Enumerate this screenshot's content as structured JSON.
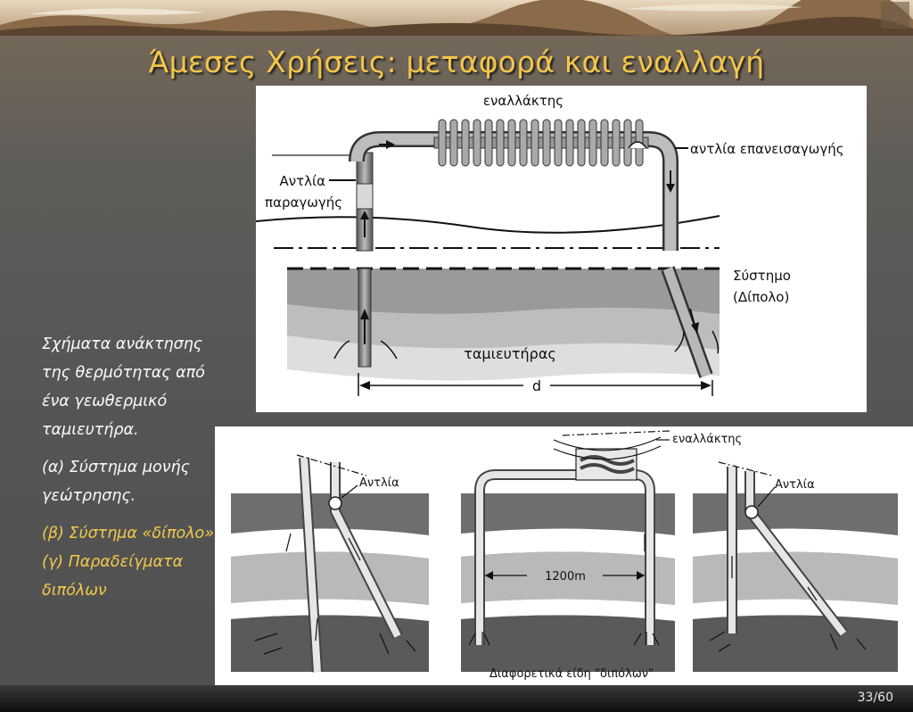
{
  "slide": {
    "title": "Άμεσες Χρήσεις: μεταφορά και εναλλαγή",
    "page_number": "33/60"
  },
  "caption": {
    "intro": "Σχήματα ανάκτησης της θερμότητας από ένα γεωθερμικό ταμιευτήρα.",
    "item_a": "(α) Σύστημα μονής γεώτρησης.",
    "item_b": "(β) Σύστημα «δίπολο»",
    "item_c": "(γ) Παραδείγματα διπόλων"
  },
  "figure_top": {
    "label_exchanger": "εναλλάκτης",
    "label_reinjection_pump": "αντλία επανεισαγωγής",
    "label_pump_line1": "Αντλία",
    "label_pump_line2": "παραγωγής",
    "label_system_line1": "Σύστημο",
    "label_system_line2": "(Δίπολο)",
    "label_reservoir": "ταμιευτήρας",
    "label_distance": "d"
  },
  "figure_bottom": {
    "label_pump_left": "Αντλία",
    "label_exchanger": "εναλλάκτης",
    "label_pump_right": "Αντλία",
    "label_distance": "1200m",
    "label_caption": "Διαφορετικά είδη \"διπόλων\""
  },
  "colors": {
    "title": "#f3c64a",
    "caption_white": "#fafafa",
    "caption_yellow": "#f2c94c",
    "background": "#565656"
  }
}
